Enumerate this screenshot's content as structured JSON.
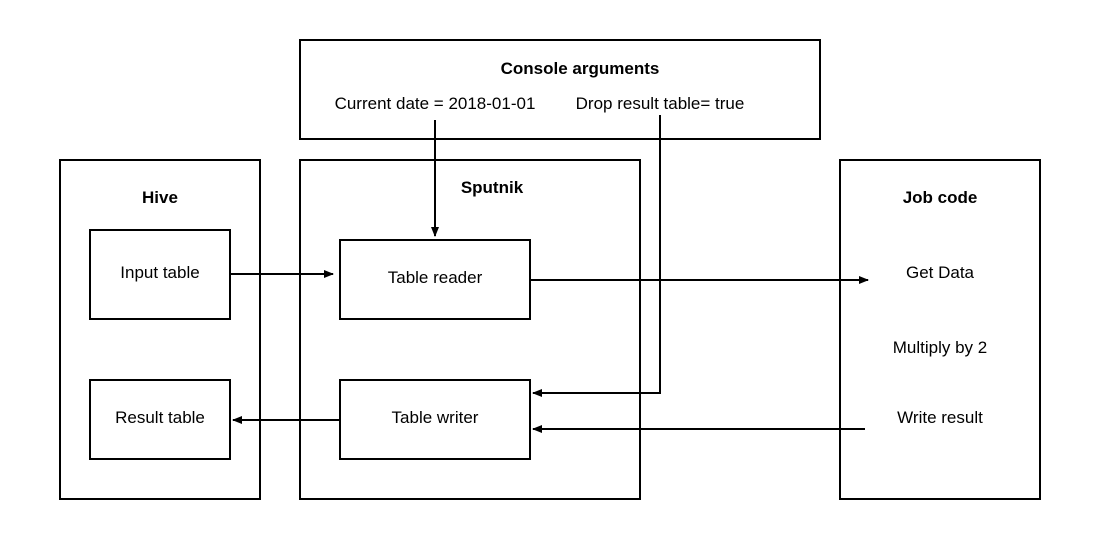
{
  "console": {
    "title": "Console arguments",
    "date_arg": "Current date = 2018-01-01",
    "drop_arg": "Drop result table= true"
  },
  "hive": {
    "title": "Hive",
    "input_table": "Input table",
    "result_table": "Result table"
  },
  "sputnik": {
    "title": "Sputnik",
    "reader": "Table reader",
    "writer": "Table writer"
  },
  "job": {
    "title": "Job code",
    "step1": "Get Data",
    "step2": "Multiply by 2",
    "step3": "Write result"
  }
}
